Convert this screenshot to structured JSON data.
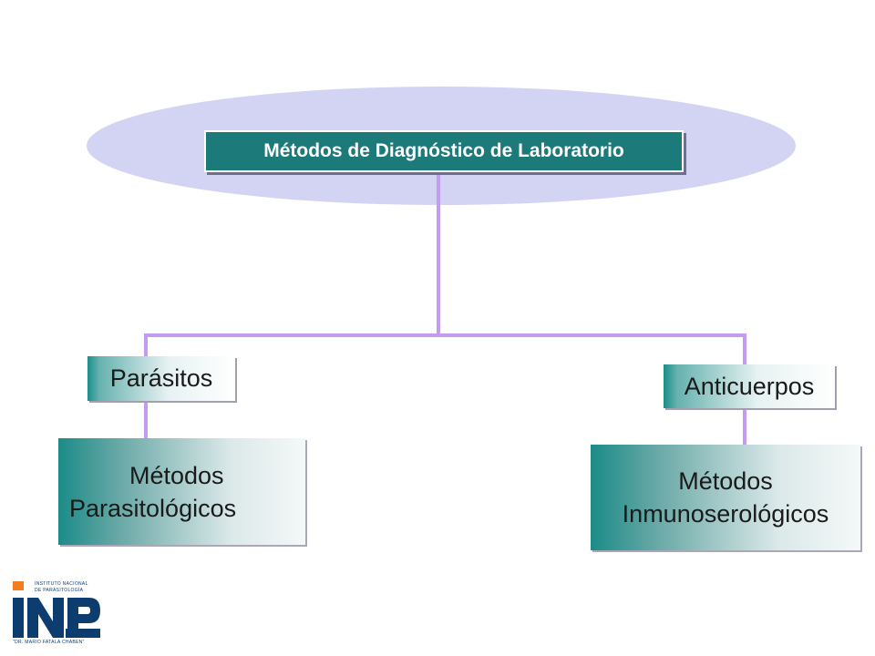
{
  "title": "Métodos de Diagnóstico de Laboratorio",
  "branches": [
    {
      "label": "Parásitos",
      "method_line1": "Métodos",
      "method_line2": "Parasitológicos"
    },
    {
      "label": "Anticuerpos",
      "method_line1": "Métodos",
      "method_line2": "Inmunoserológicos"
    }
  ],
  "logo": {
    "line1": "INSTITUTO NACIONAL",
    "line2": "DE PARASITOLOGÍA",
    "abbrev": "INP",
    "line3": "\"DR. MARIO FATALA CHABEN\""
  },
  "colors": {
    "ellipse": "#d3d3f3",
    "connector": "#c39bf0",
    "title_bg": "#1c7a7a",
    "teal": "#1a8e8a",
    "logo_orange": "#f47b20",
    "logo_blue": "#0d3d6e"
  }
}
